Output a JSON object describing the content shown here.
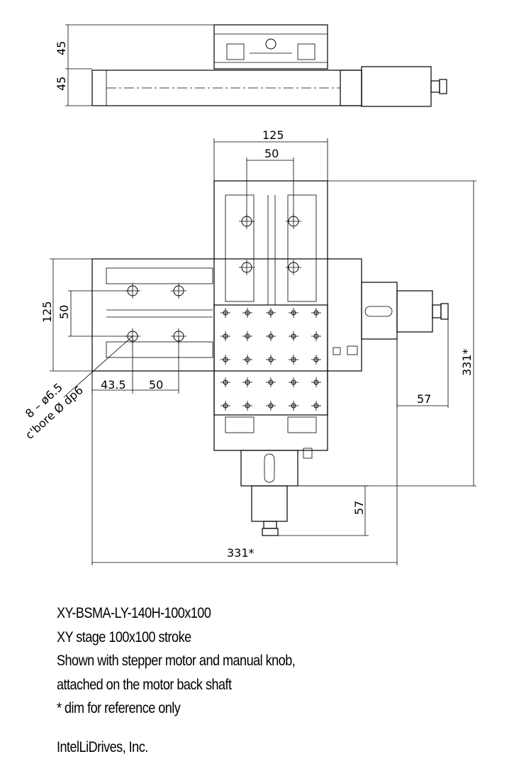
{
  "dimensions": {
    "top_view_upper_height": "45",
    "top_view_lower_height": "45",
    "upper_width": "125",
    "upper_hole_spacing": "50",
    "left_height": "125",
    "left_hole_spacing": "50",
    "bottom_offset": "43.5",
    "bottom_hole_spacing": "50",
    "right_offset": "57",
    "lower_offset": "57",
    "overall_height": "331*",
    "overall_width": "331*"
  },
  "hole_callout": {
    "line1": "8 – ø6.5",
    "line2": "c'bore Ø dp6"
  },
  "caption": {
    "model": "XY-BSMA-LY-140H-100x100",
    "line2": "XY stage 100x100 stroke",
    "line3": "Shown with stepper motor and manual knob,",
    "line4": "attached on the motor back shaft",
    "line5": "* dim for reference only"
  },
  "company": "IntelLiDrives, Inc."
}
